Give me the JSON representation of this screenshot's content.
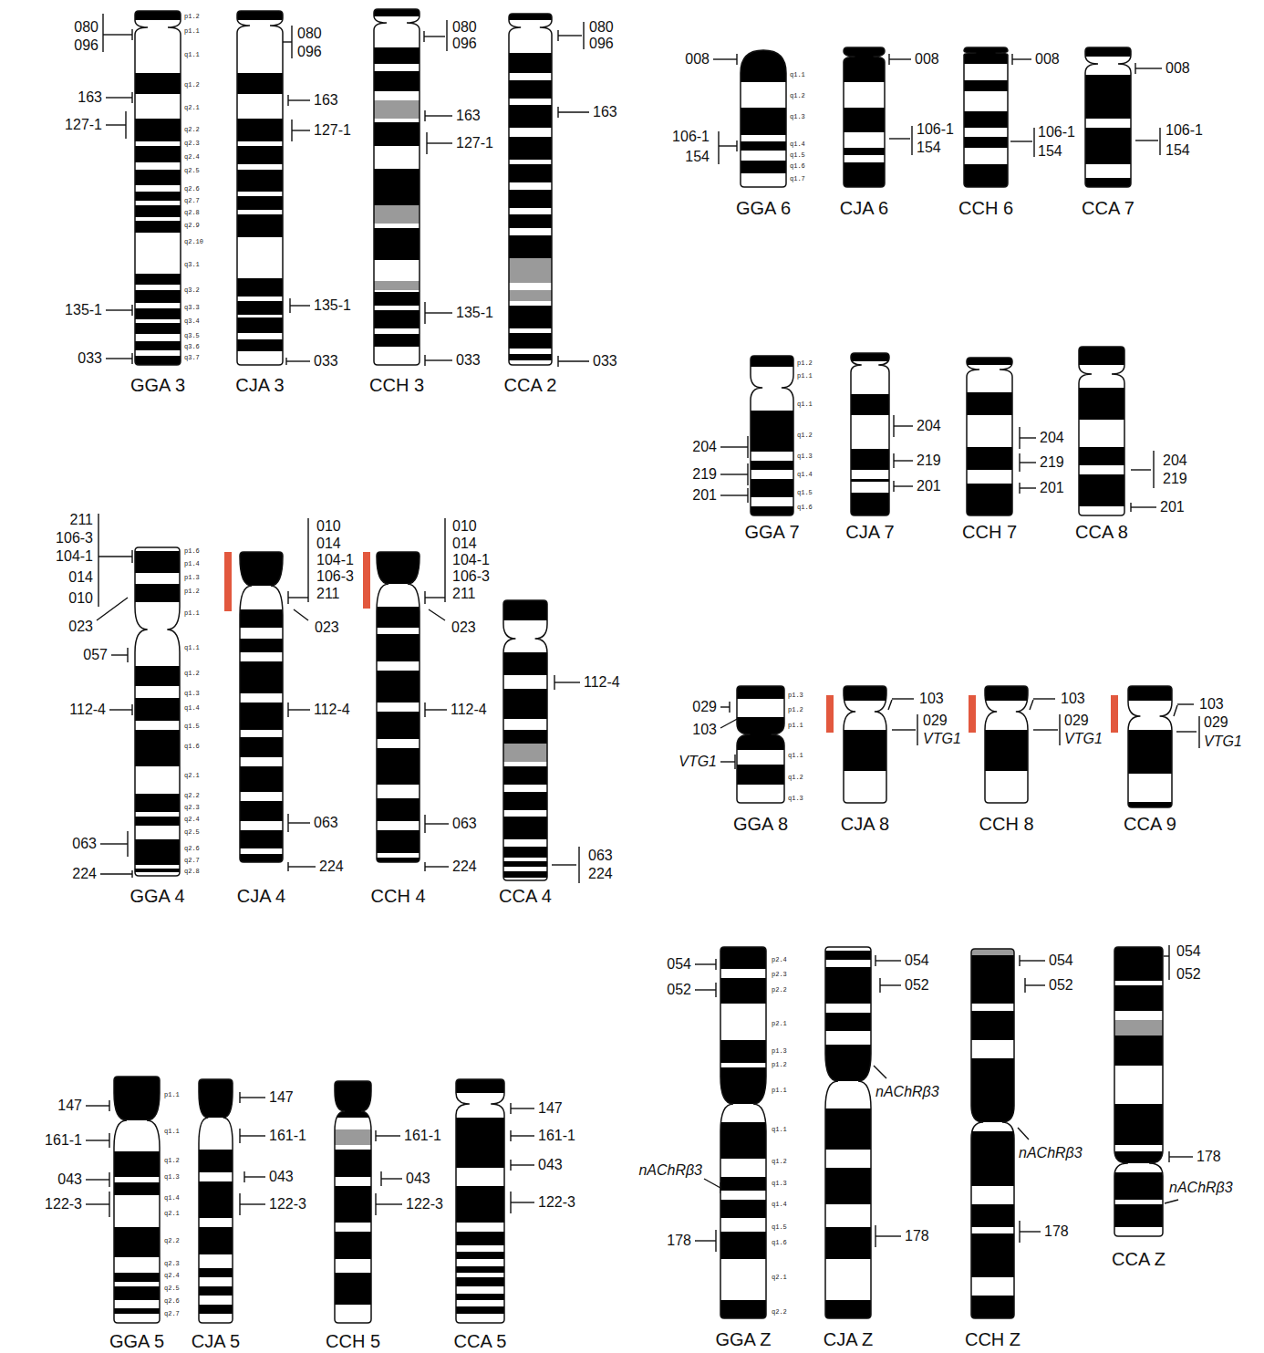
{
  "diagram": {
    "nodes": [
      {
        "text": [
          "GGA 3"
        ]
      },
      {
        "text": [
          "CJA 3"
        ]
      },
      {
        "text": [
          "CCH 3"
        ]
      },
      {
        "text": [
          "CCA 2"
        ]
      },
      {
        "text": [
          "GGA 6"
        ]
      },
      {
        "text": [
          "CJA 6"
        ]
      },
      {
        "text": [
          "CCH 6"
        ]
      },
      {
        "text": [
          "CCA 7"
        ]
      },
      {
        "text": [
          "GGA 7"
        ]
      },
      {
        "text": [
          "CJA 7"
        ]
      },
      {
        "text": [
          "CCH 7"
        ]
      },
      {
        "text": [
          "CCA 8"
        ]
      },
      {
        "text": [
          "GGA 4"
        ]
      },
      {
        "text": [
          "CJA 4"
        ]
      },
      {
        "text": [
          "CCH 4"
        ]
      },
      {
        "text": [
          "CCA 4"
        ]
      },
      {
        "text": [
          "GGA 8"
        ]
      },
      {
        "text": [
          "CJA 8"
        ]
      },
      {
        "text": [
          "CCH 8"
        ]
      },
      {
        "text": [
          "CCA 9"
        ]
      },
      {
        "text": [
          "GGA 5"
        ]
      },
      {
        "text": [
          "CJA 5"
        ]
      },
      {
        "text": [
          "CCH 5"
        ]
      },
      {
        "text": [
          "CCA 5"
        ]
      },
      {
        "text": [
          "GGA Z"
        ]
      },
      {
        "text": [
          "CJA Z"
        ]
      },
      {
        "text": [
          "CCH Z"
        ]
      },
      {
        "text": [
          "CCA Z"
        ]
      }
    ],
    "labels": [
      "080",
      "096",
      "163",
      "127-1",
      "135-1",
      "033",
      "p1.2",
      "p1.1",
      "q1.1",
      "q1.2",
      "q2.1",
      "q2.2",
      "q2.3",
      "q2.4",
      "q2.5",
      "q2.6",
      "q2.7",
      "q2.8",
      "q2.9",
      "q2.10",
      "q3.1",
      "q3.2",
      "q3.3",
      "q3.4",
      "q3.5",
      "q3.6",
      "q3.7",
      "080",
      "096",
      "163",
      "127-1",
      "135-1",
      "033",
      "080",
      "096",
      "163",
      "127-1",
      "135-1",
      "033",
      "080",
      "096",
      "163",
      "033",
      "008",
      "106-1",
      "154",
      "q1.1",
      "q1.2",
      "q1.3",
      "q1.4",
      "q1.5",
      "q1.6",
      "q1.7",
      "008",
      "106-1",
      "154",
      "008",
      "106-1",
      "154",
      "008",
      "106-1",
      "154",
      "204",
      "219",
      "201",
      "p1.2",
      "p1.1",
      "q1.1",
      "q1.2",
      "q1.3",
      "q1.4",
      "q1.5",
      "q1.6",
      "204",
      "219",
      "201",
      "204",
      "219",
      "201",
      "204",
      "219",
      "201",
      "211",
      "106-3",
      "104-1",
      "014",
      "010",
      "023",
      "057",
      "112-4",
      "063",
      "224",
      "p1.6",
      "p1.4",
      "p1.3",
      "p1.2",
      "p1.1",
      "q1.1",
      "q1.2",
      "q1.3",
      "q1.4",
      "q1.5",
      "q1.6",
      "q2.1",
      "q2.2",
      "q2.3",
      "q2.4",
      "q2.5",
      "q2.6",
      "q2.7",
      "q2.8",
      "010",
      "014",
      "104-1",
      "106-3",
      "211",
      "023",
      "112-4",
      "063",
      "224",
      "010",
      "014",
      "104-1",
      "106-3",
      "211",
      "023",
      "112-4",
      "063",
      "224",
      "112-4",
      "063",
      "224",
      "029",
      "103",
      "VTG1",
      "p1.3",
      "p1.2",
      "p1.1",
      "q1.1",
      "q1.2",
      "q1.3",
      "103",
      "029",
      "VTG1",
      "103",
      "029",
      "VTG1",
      "103",
      "029",
      "VTG1",
      "147",
      "161-1",
      "043",
      "122-3",
      "p1.1",
      "q1.1",
      "q1.2",
      "q1.3",
      "q1.4",
      "q2.1",
      "q2.2",
      "q2.3",
      "q2.4",
      "q2.5",
      "q2.6",
      "q2.7",
      "147",
      "161-1",
      "043",
      "122-3",
      "161-1",
      "043",
      "122-3",
      "147",
      "161-1",
      "043",
      "122-3",
      "054",
      "052",
      "nAChRβ3",
      "178",
      "p2.4",
      "p2.3",
      "p2.2",
      "p2.1",
      "p1.3",
      "p1.2",
      "p1.1",
      "q1.1",
      "q1.2",
      "q1.3",
      "q1.4",
      "q1.5",
      "q1.6",
      "q2.1",
      "q2.2",
      "054",
      "052",
      "nAChRβ3",
      "178",
      "054",
      "052",
      "nAChRβ3",
      "178",
      "054",
      "052",
      "178",
      "nAChRβ3"
    ]
  }
}
